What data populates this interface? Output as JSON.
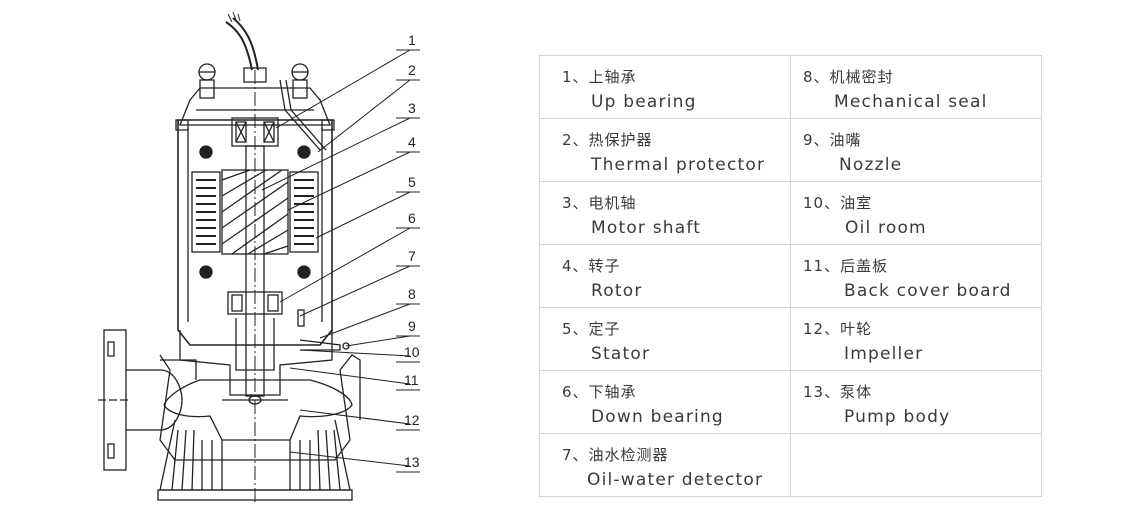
{
  "callouts": [
    "1",
    "2",
    "3",
    "4",
    "5",
    "6",
    "7",
    "8",
    "9",
    "10",
    "11",
    "12",
    "13"
  ],
  "legend": [
    [
      {
        "num": "1、",
        "zh": "上轴承",
        "en": "Up bearing"
      },
      {
        "num": "8、",
        "zh": "机械密封",
        "en": "Mechanical seal"
      }
    ],
    [
      {
        "num": "2、",
        "zh": "热保护器",
        "en": "Thermal protector"
      },
      {
        "num": "9、",
        "zh": "油嘴",
        "en": "Nozzle"
      }
    ],
    [
      {
        "num": "3、",
        "zh": "电机轴",
        "en": "Motor shaft"
      },
      {
        "num": "10、",
        "zh": "油室",
        "en": "Oil room"
      }
    ],
    [
      {
        "num": "4、",
        "zh": "转子",
        "en": "Rotor"
      },
      {
        "num": "11、",
        "zh": "后盖板",
        "en": "Back cover board"
      }
    ],
    [
      {
        "num": "5、",
        "zh": "定子",
        "en": "Stator"
      },
      {
        "num": "12、",
        "zh": "叶轮",
        "en": "Impeller"
      }
    ],
    [
      {
        "num": "6、",
        "zh": "下轴承",
        "en": "Down bearing"
      },
      {
        "num": "13、",
        "zh": "泵体",
        "en": "Pump body"
      }
    ],
    [
      {
        "num": "7、",
        "zh": "油水检测器",
        "en": "Oil-water detector"
      },
      {
        "num": "",
        "zh": "",
        "en": ""
      }
    ]
  ]
}
